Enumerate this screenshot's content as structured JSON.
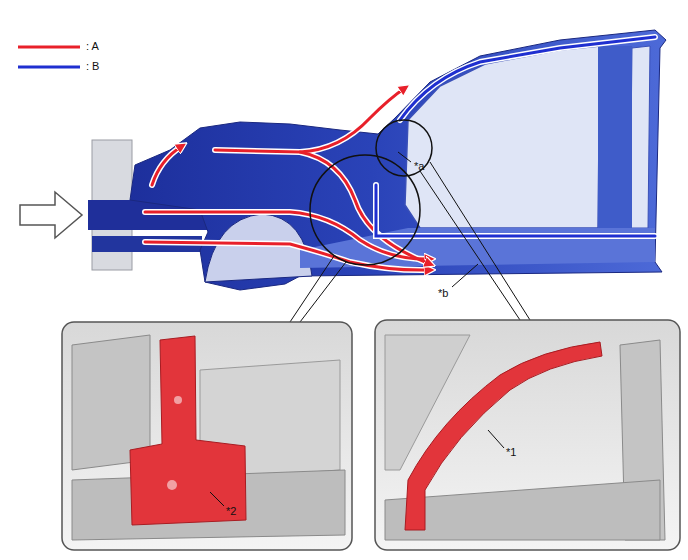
{
  "diagram": {
    "labels": [
      "*a",
      "*b",
      "*2",
      "*1"
    ],
    "legend": [
      {
        "text": ": A"
      },
      {
        "text": ": B"
      }
    ]
  }
}
